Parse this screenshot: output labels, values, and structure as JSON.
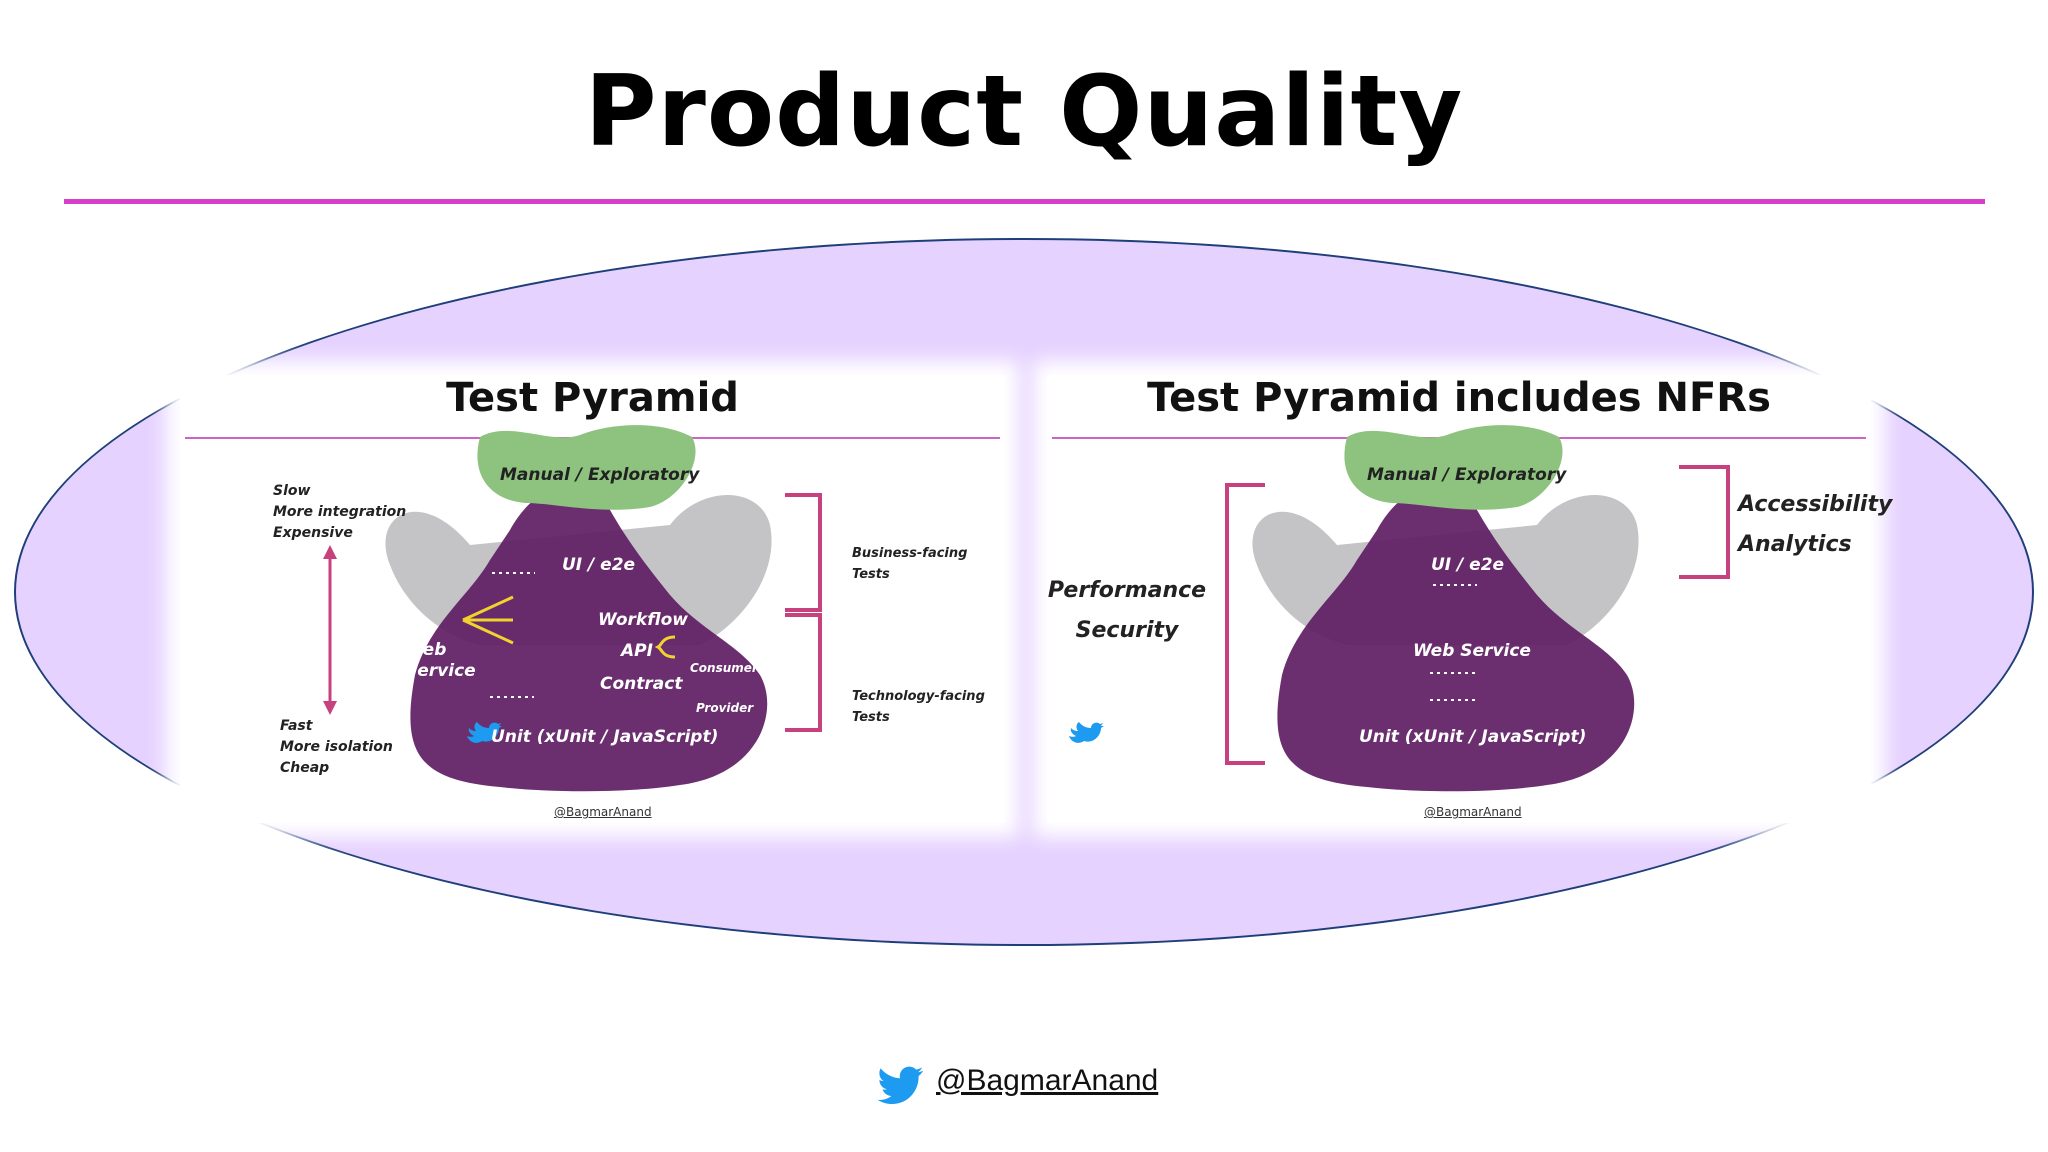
{
  "slide": {
    "title": "Product Quality",
    "footer_handle": "@BagmarAnand",
    "accent_color": "#d63fc8",
    "ellipse_fill": "#e6d2ff"
  },
  "left_panel": {
    "title": "Test Pyramid",
    "top_label": "Manual / Exploratory",
    "ui_label": "UI / e2e",
    "web_service_label": "Web\nService",
    "workflow_label": "Workflow",
    "api_label": "API",
    "contract_label": "Contract",
    "consumer_label": "Consumer",
    "provider_label": "Provider",
    "unit_label": "Unit (xUnit / JavaScript)",
    "slow_text": "Slow\nMore integration\nExpensive",
    "fast_text": "Fast\nMore isolation\nCheap",
    "business_text": "Business-facing\nTests",
    "technology_text": "Technology-facing\nTests",
    "handle": "@BagmarAnand"
  },
  "right_panel": {
    "title": "Test Pyramid includes NFRs",
    "top_label": "Manual / Exploratory",
    "ui_label": "UI / e2e",
    "web_service_label": "Web Service",
    "unit_label": "Unit (xUnit / JavaScript)",
    "left_nfrs": "Performance\nSecurity",
    "right_nfrs": "Accessibility\nAnalytics",
    "handle": "@BagmarAnand"
  },
  "icons": {
    "footer": "twitter-bird-icon"
  }
}
